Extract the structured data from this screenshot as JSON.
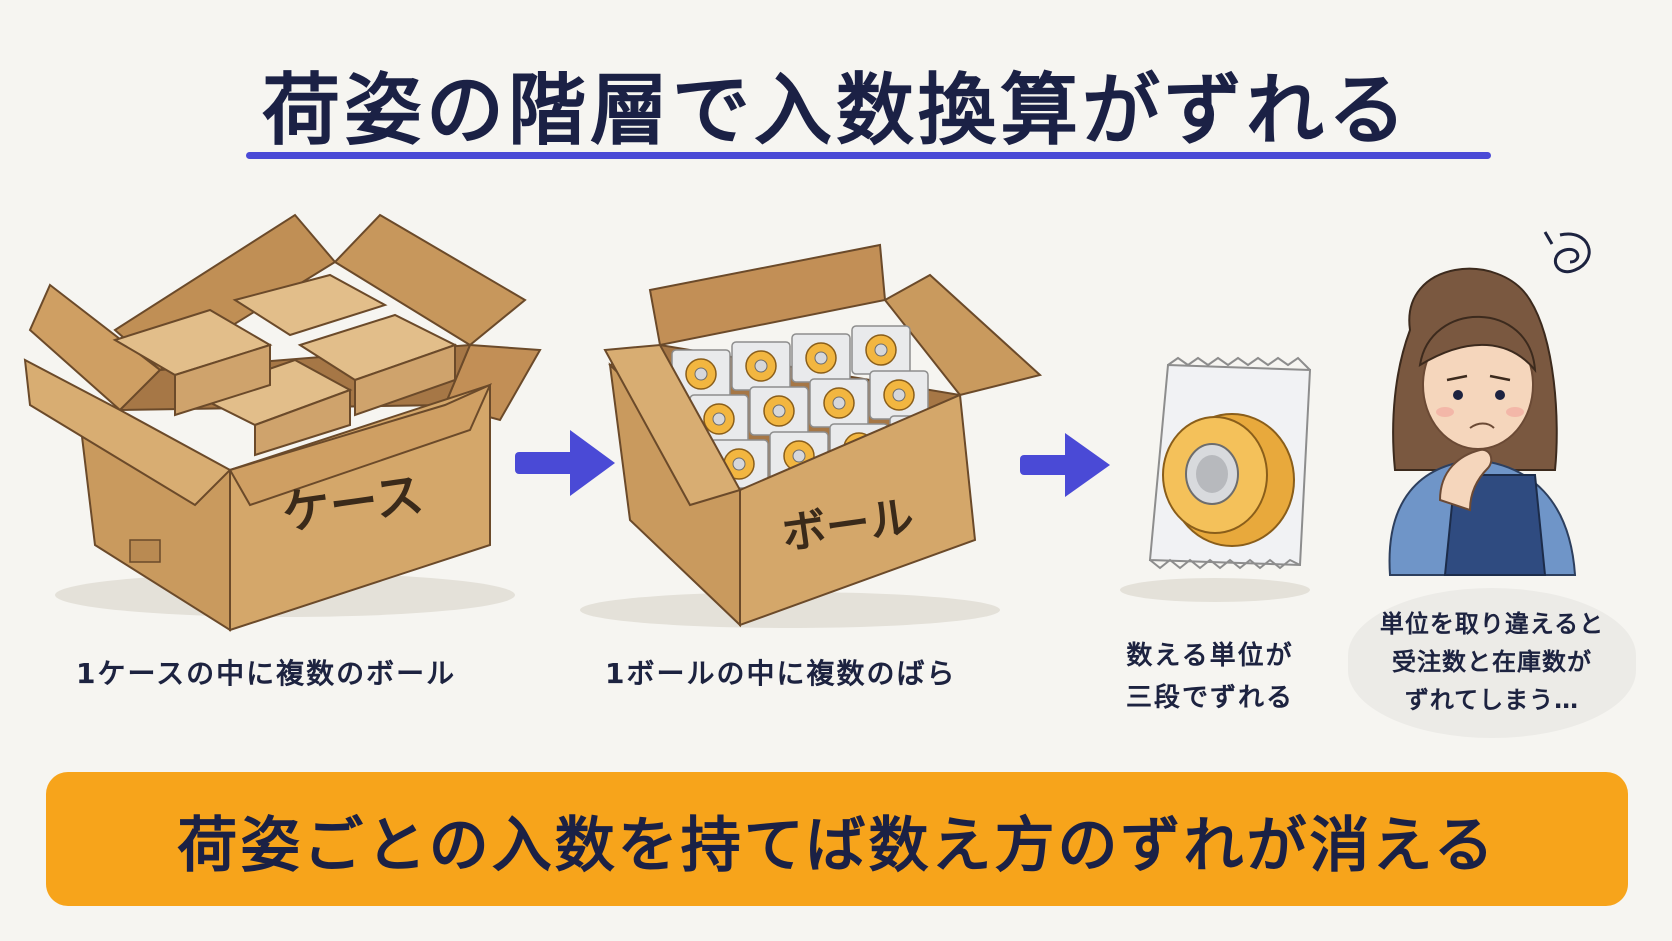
{
  "title": "荷姿の階層で入数換算がずれる",
  "boxes": {
    "case_label": "ケース",
    "ball_label": "ボール"
  },
  "captions": {
    "case": "1ケースの中に複数のボール",
    "ball": "1ボールの中に複数のばら",
    "unit_line1": "数える単位が",
    "unit_line2": "三段でずれる"
  },
  "speech": {
    "line1": "単位を取り違えると",
    "line2": "受注数と在庫数が",
    "line3": "ずれてしまう…"
  },
  "banner": "荷姿ごとの入数を持てば数え方のずれが消える",
  "colors": {
    "accent": "#4a4ad6",
    "cardboard": "#c99a5e",
    "banner": "#f7a41b",
    "text": "#1b2145"
  }
}
